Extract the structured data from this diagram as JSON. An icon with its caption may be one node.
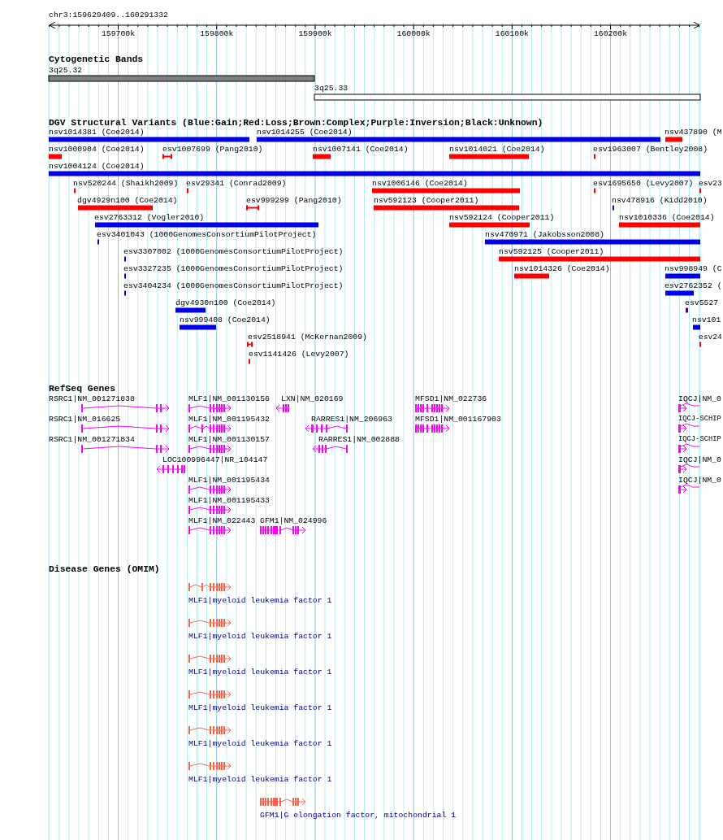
{
  "diagram": {
    "labels": [
      "chr3:159629409..160291332",
      "159700k",
      "159800k",
      "159900k",
      "160000k",
      "160100k",
      "160200k",
      "Cytogenetic Bands",
      "3q25.32",
      "3q25.33",
      "DGV Structural Variants (Blue:Gain;Red:Loss;Brown:Complex;Purple:Inversion;Black:Unknown)",
      "nsv1014381 (Coe2014)",
      "nsv1014255 (Coe2014)",
      "nsv437890 (M",
      "nsv1000904 (Coe2014)",
      "esv1007699 (Pang2010)",
      "nsv1007141 (Coe2014)",
      "nsv1014021 (Coe2014)",
      "esv1963007 (Bentley2008)",
      "nsv1004124 (Coe2014)",
      "nsv520244 (Shaikh2009)",
      "esv29341 (Conrad2009)",
      "nsv1006146 (Coe2014)",
      "esv1695650 (Levy2007)",
      "esv23",
      "dgv4929n100 (Coe2014)",
      "esv999299 (Pang2010)",
      "nsv592123 (Cooper2011)",
      "nsv478916 (Kidd2010)",
      "esv2763312 (Vogler2010)",
      "nsv592124 (Cooper2011)",
      "nsv1010336 (Coe2014)",
      "esv3401043 (1000GenomesConsortiumPilotProject)",
      "nsv470971 (Jakobsson2008)",
      "esv3307002 (1000GenomesConsortiumPilotProject)",
      "nsv592125 (Cooper2011)",
      "esv3327235 (1000GenomesConsortiumPilotProject)",
      "nsv1014326 (Coe2014)",
      "nsv998949 (C",
      "esv3404234 (1000GenomesConsortiumPilotProject)",
      "esv2762352 (",
      "dgv4930n100 (Coe2014)",
      "esv5527",
      "nsv999408 (Coe2014)",
      "nsv101",
      "esv2518941 (McKernan2009)",
      "esv24",
      "esv1141426 (Levy2007)",
      "RefSeq Genes",
      "RSRC1|NM_001271838",
      "MLF1|NM_001130156",
      "LXN|NM_020169",
      "MFSD1|NM_022736",
      "IQCJ|NM_0",
      "RSRC1|NM_016625",
      "MLF1|NM_001195432",
      "RARRES1|NM_206963",
      "MFSD1|NM_001167903",
      "IQCJ-SCHIP",
      "RSRC1|NM_001271834",
      "MLF1|NM_001130157",
      "RARRES1|NM_002888",
      "IQCJ-SCHIP",
      "LOC100996447|NR_104147",
      "IQCJ|NM_0",
      "MLF1|NM_001195434",
      "IQCJ|NM_0",
      "MLF1|NM_001195433",
      "MLF1|NM_022443",
      "GFM1|NM_024996",
      "Disease Genes (OMIM)",
      "MLF1|myeloid leukemia factor 1",
      "MLF1|myeloid leukemia factor 1",
      "MLF1|myeloid leukemia factor 1",
      "MLF1|myeloid leukemia factor 1",
      "MLF1|myeloid leukemia factor 1",
      "MLF1|myeloid leukemia factor 1",
      "GFM1|G elongation factor, mitochondrial 1"
    ]
  }
}
